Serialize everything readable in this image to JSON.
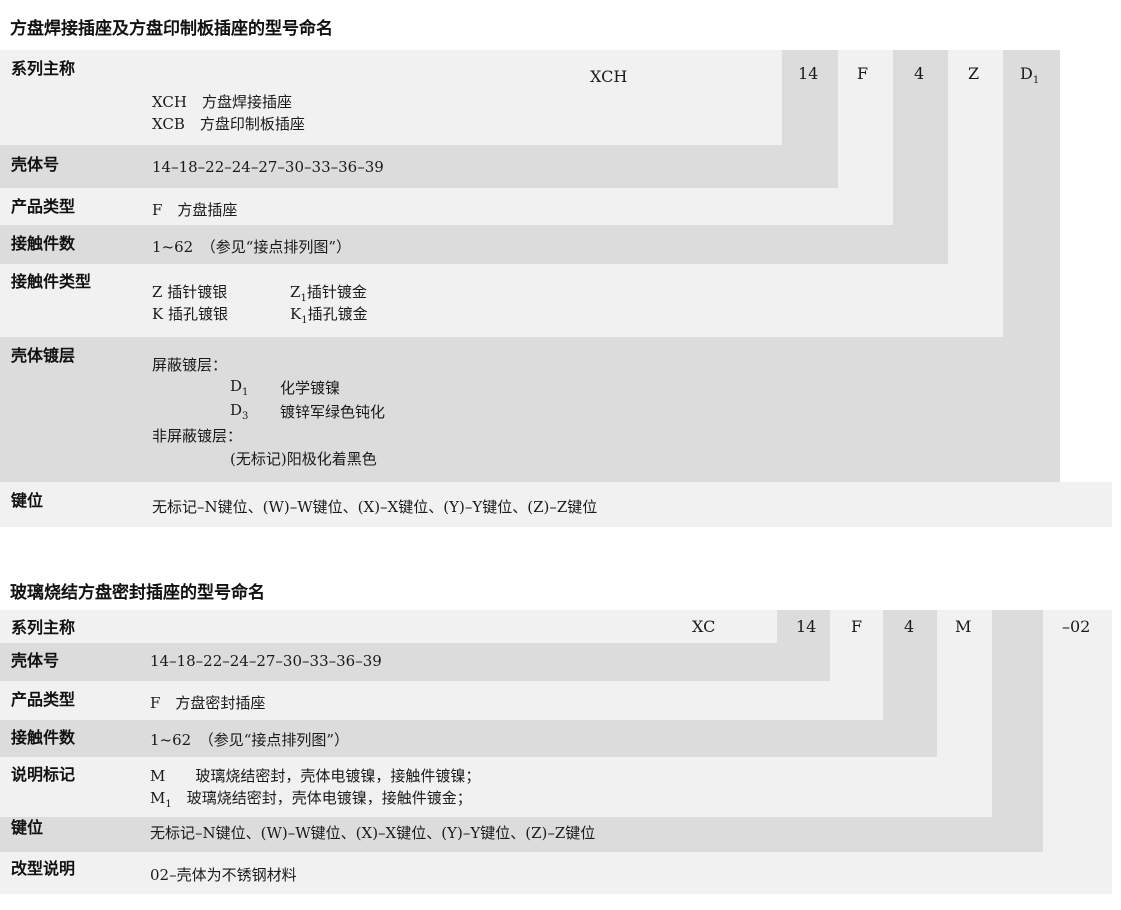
{
  "section1": {
    "title": "方盘焊接插座及方盘印制板插座的型号命名",
    "codes": [
      "XCH",
      "14",
      "F",
      "4",
      "Z",
      "D"
    ],
    "code_d_sub": "1",
    "rows": {
      "series": {
        "label": "系列主称",
        "lines": [
          "XCH　方盘焊接插座",
          "XCB　方盘印制板插座"
        ]
      },
      "shell": {
        "label": "壳体号",
        "text": "14–18–22–24–27–30–33–36–39"
      },
      "type": {
        "label": "产品类型",
        "text": "F　方盘插座"
      },
      "contacts": {
        "label": "接触件数",
        "text": "1~62　（参见“接点排列图”）"
      },
      "contact_type": {
        "label": "接触件类型",
        "z": "Z 插针镀银",
        "z1_pre": "Z",
        "z1_sub": "1",
        "z1_text": "插针镀金",
        "k": "K 插孔镀银",
        "k1_pre": "K",
        "k1_sub": "1",
        "k1_text": "插孔镀金"
      },
      "plating": {
        "label": "壳体镀层",
        "shield": "屏蔽镀层：",
        "d1_pre": "D",
        "d1_sub": "1",
        "d1_text": "化学镀镍",
        "d3_pre": "D",
        "d3_sub": "3",
        "d3_text": "镀锌军绿色钝化",
        "nonshield": "非屏蔽镀层：",
        "none": "(无标记)阳极化着黑色"
      },
      "key": {
        "label": "键位",
        "text": "无标记–N键位、(W)–W键位、(X)–X键位、(Y)–Y键位、(Z)–Z键位"
      }
    }
  },
  "section2": {
    "title": "玻璃烧结方盘密封插座的型号命名",
    "codes": [
      "XC",
      "14",
      "F",
      "4",
      "M",
      "–02"
    ],
    "rows": {
      "series": {
        "label": "系列主称"
      },
      "shell": {
        "label": "壳体号",
        "text": "14–18–22–24–27–30–33–36–39"
      },
      "type": {
        "label": "产品类型",
        "text": "F　方盘密封插座"
      },
      "contacts": {
        "label": "接触件数",
        "text": "1~62　（参见“接点排列图”）"
      },
      "notes": {
        "label": "说明标记",
        "m": "M　　玻璃烧结密封，壳体电镀镍，接触件镀镍；",
        "m1_pre": "M",
        "m1_sub": "1",
        "m1_text": "　玻璃烧结密封，壳体电镀镍，接触件镀金；"
      },
      "key": {
        "label": "键位",
        "text": "无标记–N键位、(W)–W键位、(X)–X键位、(Y)–Y键位、(Z)–Z键位"
      },
      "mod": {
        "label": "改型说明",
        "text": "02–壳体为不锈钢材料"
      }
    }
  }
}
